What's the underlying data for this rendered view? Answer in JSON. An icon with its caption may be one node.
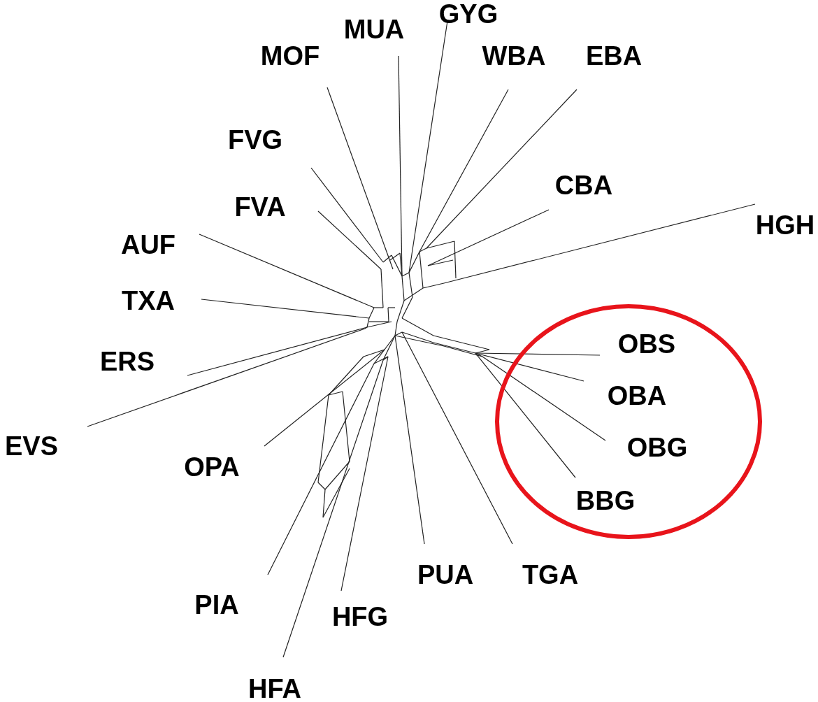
{
  "diagram": {
    "nodes": [
      {
        "text": [
          "OBS",
          "OBA",
          "OBG",
          "BBG"
        ]
      }
    ],
    "labels": [
      "GYG",
      "MUA",
      "MOF",
      "WBA",
      "EBA",
      "FVG",
      "CBA",
      "HGH",
      "FVA",
      "AUF",
      "TXA",
      "ERS",
      "EVS",
      "OPA",
      "PIA",
      "HFG",
      "HFA",
      "PUA",
      "TGA"
    ]
  }
}
